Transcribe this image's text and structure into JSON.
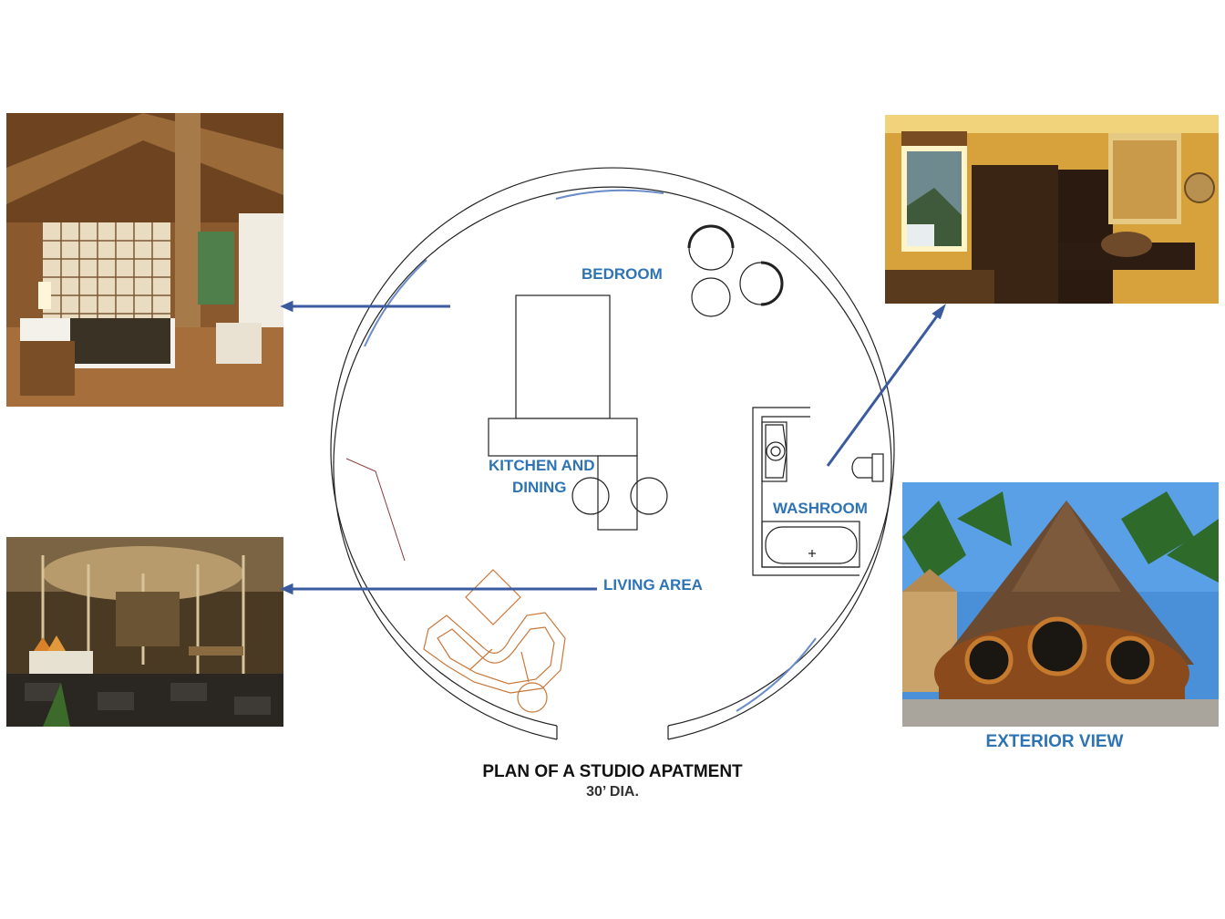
{
  "plan": {
    "title": "PLAN OF A STUDIO APATMENT",
    "subtitle": "30’ DIA."
  },
  "rooms": {
    "bedroom": "BEDROOM",
    "kitchen_line1": "KITCHEN AND",
    "kitchen_line2": "DINING",
    "washroom": "WASHROOM",
    "living": "LIVING AREA"
  },
  "photos": {
    "exterior_label": "EXTERIOR VIEW"
  },
  "colors": {
    "label_blue": "#2e74b5",
    "leader_blue": "#3a5ba0",
    "furniture_orange": "#c8783a",
    "plan_line": "#222222"
  }
}
